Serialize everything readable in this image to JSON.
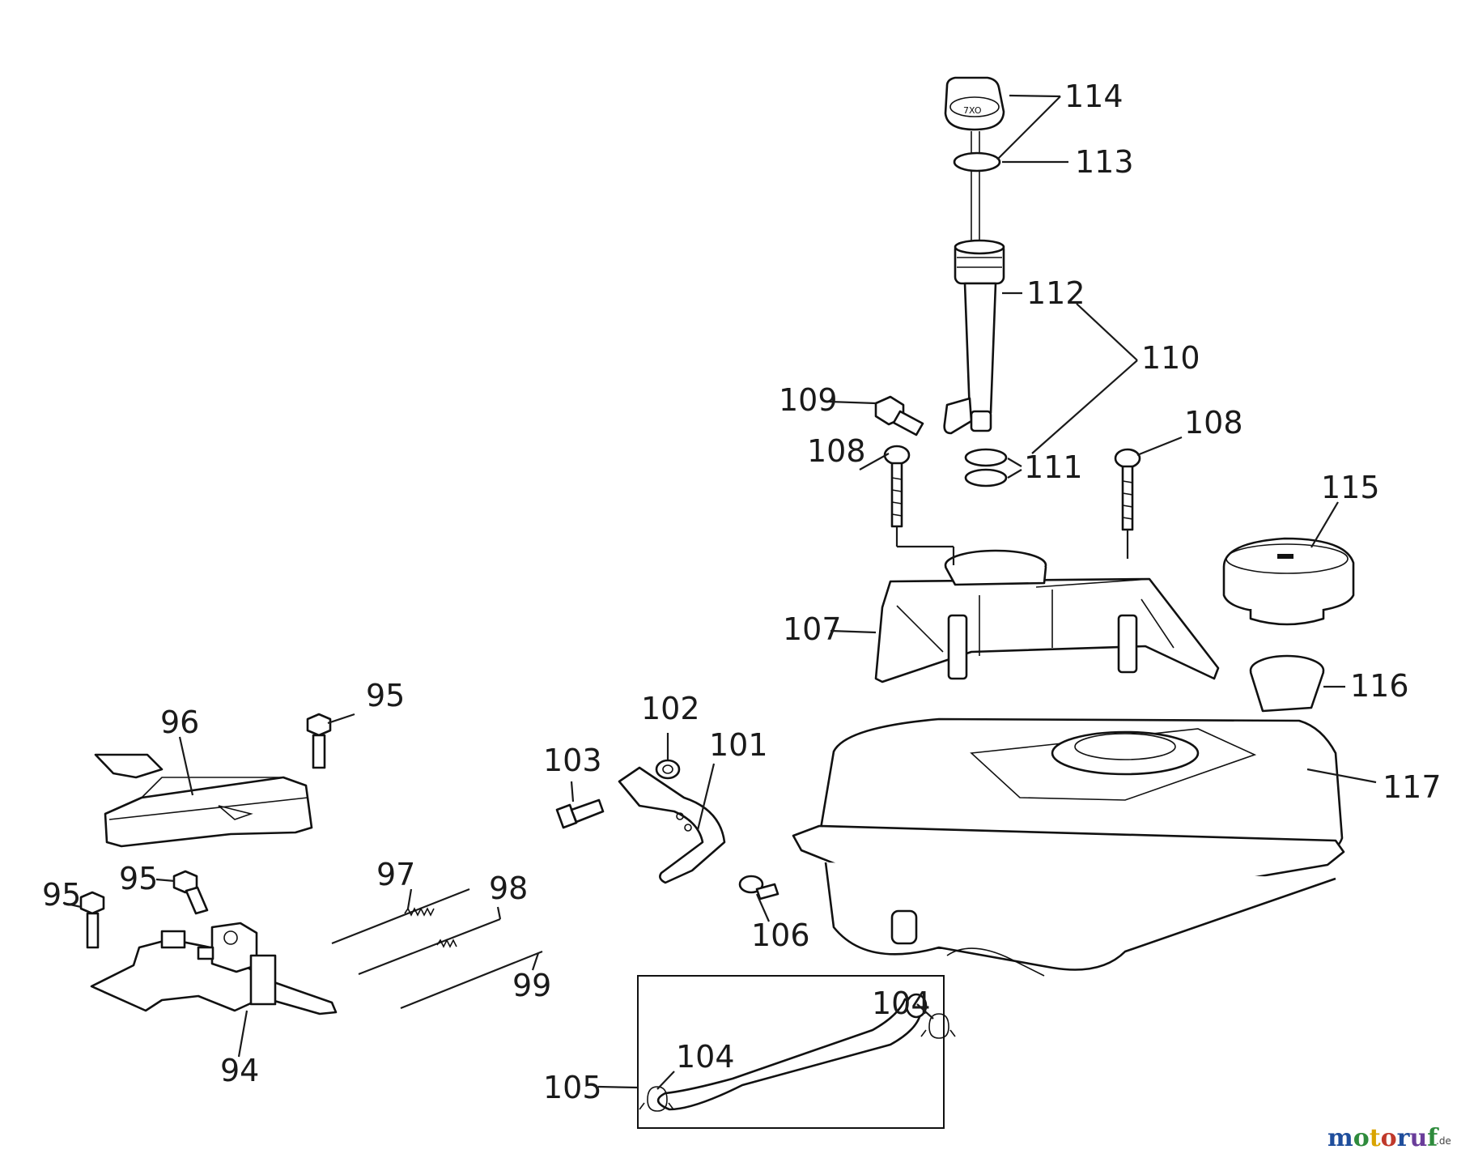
{
  "labels": {
    "p94": "94",
    "p95a": "95",
    "p95b": "95",
    "p95c": "95",
    "p96": "96",
    "p97": "97",
    "p98": "98",
    "p99": "99",
    "p101": "101",
    "p102": "102",
    "p103": "103",
    "p104a": "104",
    "p104b": "104",
    "p105": "105",
    "p106": "106",
    "p107": "107",
    "p108a": "108",
    "p108b": "108",
    "p109": "109",
    "p110": "110",
    "p111": "111",
    "p112": "112",
    "p113": "113",
    "p114": "114",
    "p115": "115",
    "p116": "116",
    "p117": "117"
  },
  "cap_marking": "7XO",
  "watermark": {
    "letters": [
      {
        "ch": "m",
        "color": "#1f4e9c"
      },
      {
        "ch": "o",
        "color": "#2e8b3c"
      },
      {
        "ch": "t",
        "color": "#d9a400"
      },
      {
        "ch": "o",
        "color": "#c0392b"
      },
      {
        "ch": "r",
        "color": "#1f4e9c"
      },
      {
        "ch": "u",
        "color": "#6a3d9a"
      },
      {
        "ch": "f",
        "color": "#2e8b3c"
      }
    ],
    "suffix": ".de"
  }
}
